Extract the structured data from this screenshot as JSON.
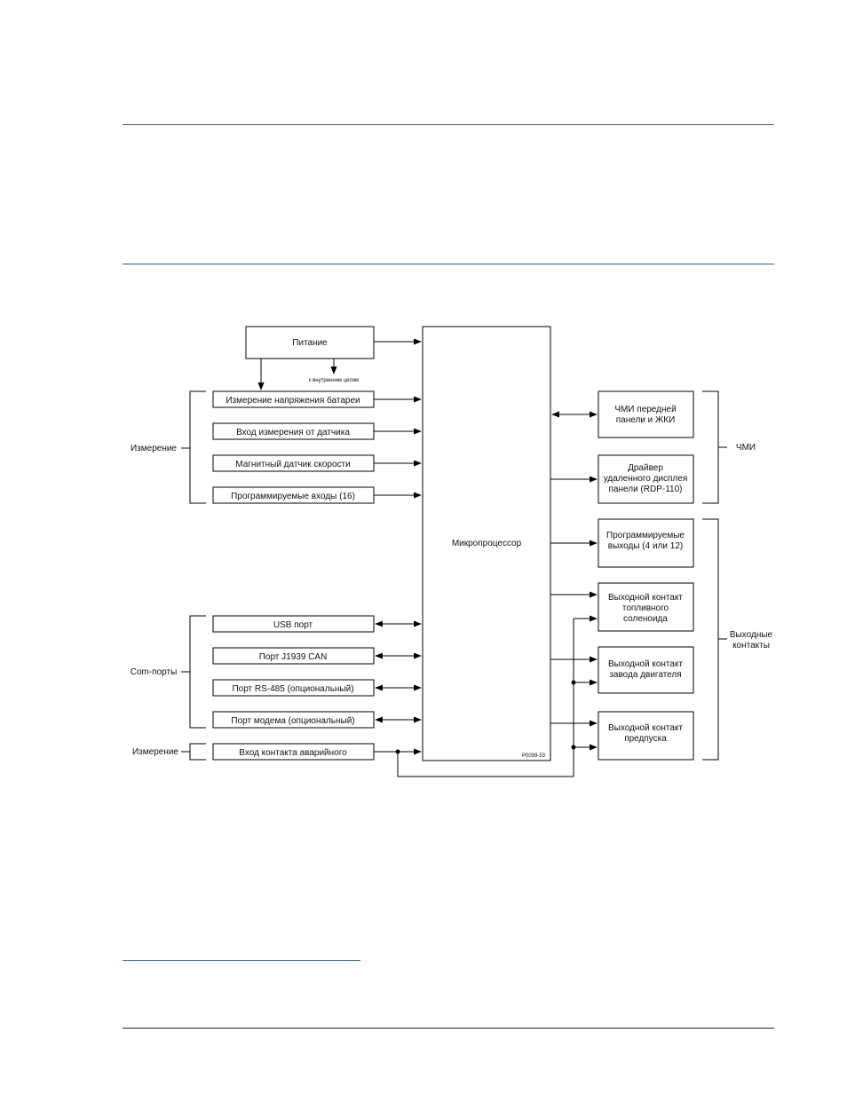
{
  "diagram": {
    "power": "Питание",
    "internal_circuits": "к внутренним цепям",
    "microprocessor": "Микропроцессор",
    "figure_code": "P0099-53",
    "inputs": {
      "battery_voltage": "Измерение напряжения батареи",
      "sensor_input": "Вход измерения от датчика",
      "magnetic_pickup": "Магнитный датчик скорости",
      "programmable_inputs": "Программируемые входы (16)",
      "emergency_stop": "Вход контакта аварийного"
    },
    "ports": {
      "usb": "USB порт",
      "j1939": "Порт J1939 CAN",
      "rs485": "Порт RS-485 (опциональный)",
      "modem": "Порт модема (опциональный)"
    },
    "hmi": {
      "front_panel": [
        "ЧМИ передней",
        "панели и ЖКИ"
      ],
      "remote_display": [
        "Драйвер",
        "удаленного дисплея",
        "панели (RDP-110)"
      ]
    },
    "outputs": {
      "programmable": [
        "Программируемые",
        "выходы (4 или 12)"
      ],
      "fuel_solenoid": [
        "Выходной контакт",
        "топливного",
        "соленоида"
      ],
      "engine_crank": [
        "Выходной контакт",
        "завода двигателя"
      ],
      "prestart": [
        "Выходной контакт",
        "предпуска"
      ]
    },
    "groups": {
      "measurement": "Измерение",
      "com_ports": "Com-порты",
      "measurement_2": "Измерение",
      "hmi": "ЧМИ",
      "output_contacts": [
        "Выходные",
        "контакты"
      ]
    }
  }
}
